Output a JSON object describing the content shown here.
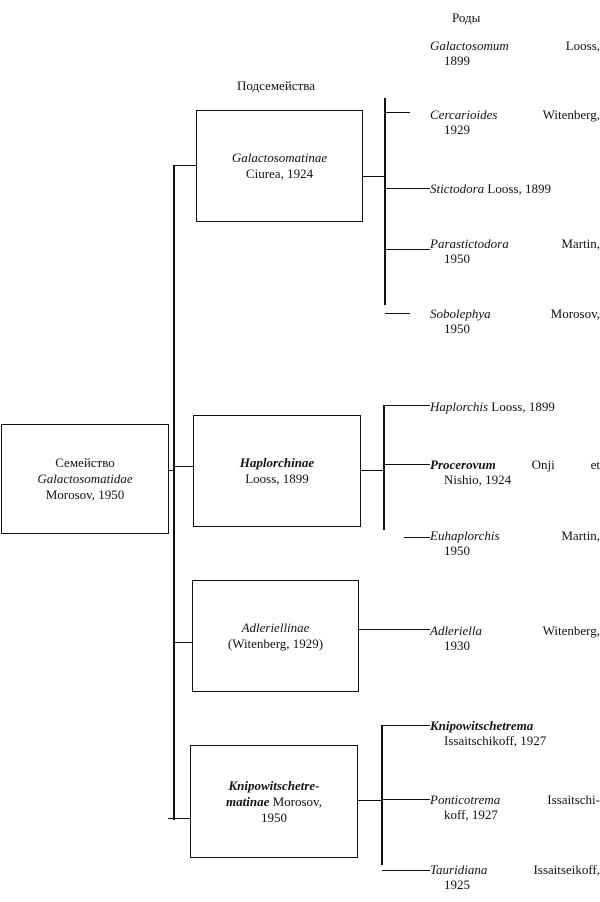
{
  "headers": {
    "subfamilies": "Подсемейства",
    "genera": "Роды"
  },
  "family": {
    "label": "Семейство",
    "name": "Galactosomatidae",
    "author": "Morosov, 1950"
  },
  "subfamilies": [
    {
      "name": "Galactosomatinae",
      "author": "Ciurea, 1924"
    },
    {
      "name": "Haplorchinae",
      "author": "Looss, 1899"
    },
    {
      "name": "Adleriellinae",
      "author": "(Witenberg, 1929)"
    },
    {
      "name": "Knipowitschetre-",
      "name2": "matinae",
      "author": "Morosov,",
      "author2": "1950"
    }
  ],
  "genera": [
    {
      "name": "Galactosomum",
      "author": "Looss,",
      "line2": "1899"
    },
    {
      "name": "Cercarioides",
      "author": "Witenberg,",
      "line2": "1929"
    },
    {
      "name": "Stictodora",
      "author": "Looss, 1899",
      "line2": ""
    },
    {
      "name": "Parastictodora",
      "author": "Martin,",
      "line2": "1950"
    },
    {
      "name": "Sobolephya",
      "author": "Morosov,",
      "line2": "1950"
    },
    {
      "name": "Haplorchis",
      "author": "Looss, 1899",
      "line2": ""
    },
    {
      "name": "Procerovum",
      "author": "Onji et",
      "line2": "Nishio, 1924"
    },
    {
      "name": "Euhaplorchis",
      "author": "Martin,",
      "line2": "1950"
    },
    {
      "name": "Adleriella",
      "author": "Witenberg,",
      "line2": "1930"
    },
    {
      "name": "Knipowitschetrema",
      "author": "",
      "line2": "Issaitschikoff, 1927"
    },
    {
      "name": "Ponticotrema",
      "author": "Issaitschi-",
      "line2": "koff, 1927"
    },
    {
      "name": "Tauridiana",
      "author": "Issaitseikoff,",
      "line2": "1925"
    }
  ]
}
